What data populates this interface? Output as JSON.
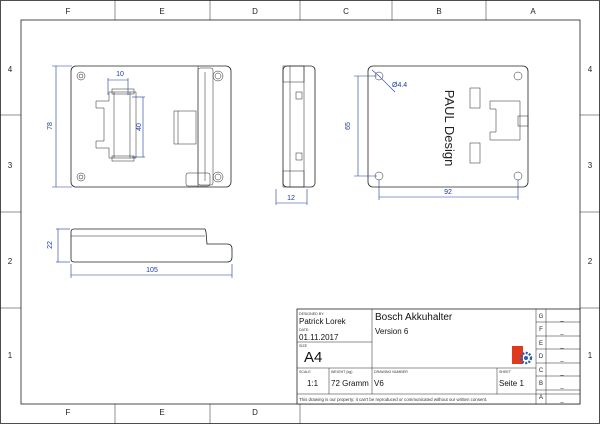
{
  "zones": {
    "top": [
      "F",
      "E",
      "D",
      "C",
      "B",
      "A"
    ],
    "bottom": [
      "F",
      "E",
      "D"
    ],
    "left": [
      "4",
      "3",
      "2",
      "1"
    ],
    "right": [
      "4",
      "3",
      "2",
      "1"
    ]
  },
  "dimensions": {
    "front_top_width": "10",
    "front_inner_height": "40",
    "front_total_height": "78",
    "side_depth": "12",
    "back_height": "65",
    "back_width": "92",
    "hole_diameter": "Ø4.4",
    "bottom_thickness": "22",
    "bottom_length": "105"
  },
  "engraving": "PAUL Design",
  "title_block": {
    "designed_by_label": "DESIGNED BY:",
    "designer": "Patrick Lorek",
    "date_label": "DATE:",
    "date": "01.11.2017",
    "size_label": "SIZE",
    "size": "A4",
    "title": "Bosch Akkuhalter",
    "subtitle": "Version 6",
    "scale_label": "SCALE",
    "scale": "1:1",
    "weight_label": "WEIGHT (kg)",
    "weight": "72 Gramm",
    "drawing_number_label": "DRAWING NUMBER",
    "drawing_number": "V6",
    "sheet_label": "SHEET",
    "sheet": "Seite 1",
    "notice": "This drawing is our property; it can't be reproduced or communicated without our written consent."
  },
  "revisions": [
    {
      "letter": "G",
      "value": "_"
    },
    {
      "letter": "F",
      "value": "_"
    },
    {
      "letter": "E",
      "value": "_"
    },
    {
      "letter": "D",
      "value": "_"
    },
    {
      "letter": "C",
      "value": "_"
    },
    {
      "letter": "B",
      "value": "_"
    },
    {
      "letter": "A",
      "value": "_"
    }
  ],
  "colors": {
    "line": "#222222",
    "dimension": "#1a3aa0",
    "logo_red": "#e03a1e",
    "logo_blue": "#2a5fb0"
  }
}
